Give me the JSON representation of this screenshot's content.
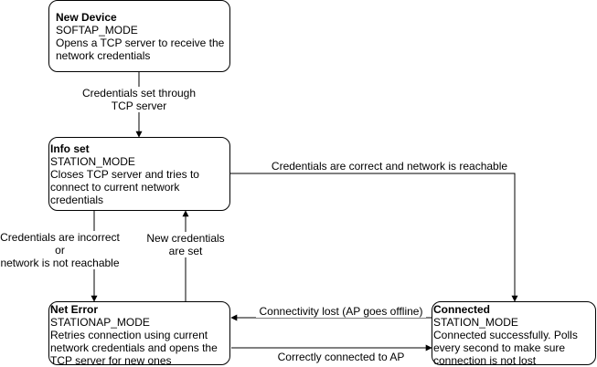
{
  "nodes": {
    "new_device": {
      "title": "New Device",
      "mode": "SOFTAP_MODE",
      "desc_line1": "Opens a TCP server to receive the",
      "desc_line2": "network credentials"
    },
    "info_set": {
      "title": "Info set",
      "mode": "STATION_MODE",
      "desc_line1": "Closes TCP server and tries to",
      "desc_line2": "connect to current network",
      "desc_line3": "credentials"
    },
    "net_error": {
      "title": "Net Error",
      "mode": "STATIONAP_MODE",
      "desc_line1": "Retries connection using current",
      "desc_line2": "network credentials and opens the",
      "desc_line3": "TCP server for new ones"
    },
    "connected": {
      "title": "Connected",
      "mode": "STATION_MODE",
      "desc_line1": "Connected successfully. Polls",
      "desc_line2": "every second to make sure",
      "desc_line3": "connection is not lost"
    }
  },
  "edges": {
    "newdevice_to_infoset": {
      "line1": "Credentials set through",
      "line2": "TCP server"
    },
    "infoset_to_connected": {
      "line1": "Credentials are correct and network is reachable"
    },
    "infoset_to_neterror": {
      "line1": "Credentials are incorrect",
      "line2": "or",
      "line3": "network is not reachable"
    },
    "neterror_to_infoset": {
      "line1": "New credentials",
      "line2": "are set"
    },
    "connected_to_neterror": {
      "line1": "Connectivity lost (AP goes offline)"
    },
    "neterror_to_connected": {
      "line1": "Correctly connected to AP"
    }
  },
  "colors": {
    "stroke": "#000000",
    "background": "#ffffff"
  }
}
